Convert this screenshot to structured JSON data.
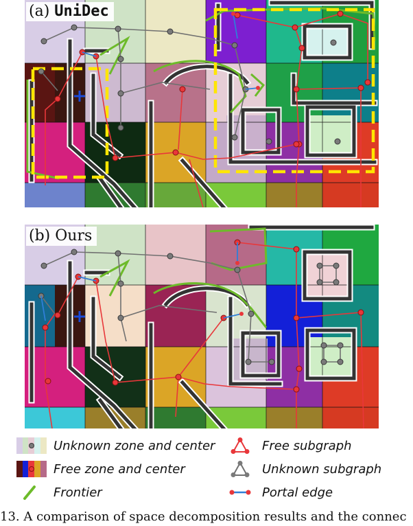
{
  "panels": {
    "a": {
      "label_prefix": "(a) ",
      "label_method": "UniDec"
    },
    "b": {
      "label": "(b) Ours"
    }
  },
  "legend": [
    {
      "label": "Unknown zone and center",
      "icon": "unknown-zone-swatch"
    },
    {
      "label": "Free subgraph",
      "icon": "free-subgraph-icon"
    },
    {
      "label": "Free zone and center",
      "icon": "free-zone-swatch"
    },
    {
      "label": "Unknown subgraph",
      "icon": "unknown-subgraph-icon"
    },
    {
      "label": "Frontier",
      "icon": "frontier-icon"
    },
    {
      "label": "Portal edge",
      "icon": "portal-edge-icon"
    }
  ],
  "caption": "13.   A comparison of space decomposition results and the connec",
  "colors": {
    "free_edge": "#e8373a",
    "unknown_edge": "#707070",
    "portal_edge": "#2f7fd8",
    "frontier": "#6dbb2a",
    "highlight": "#ffe600",
    "wall": "#333333"
  }
}
